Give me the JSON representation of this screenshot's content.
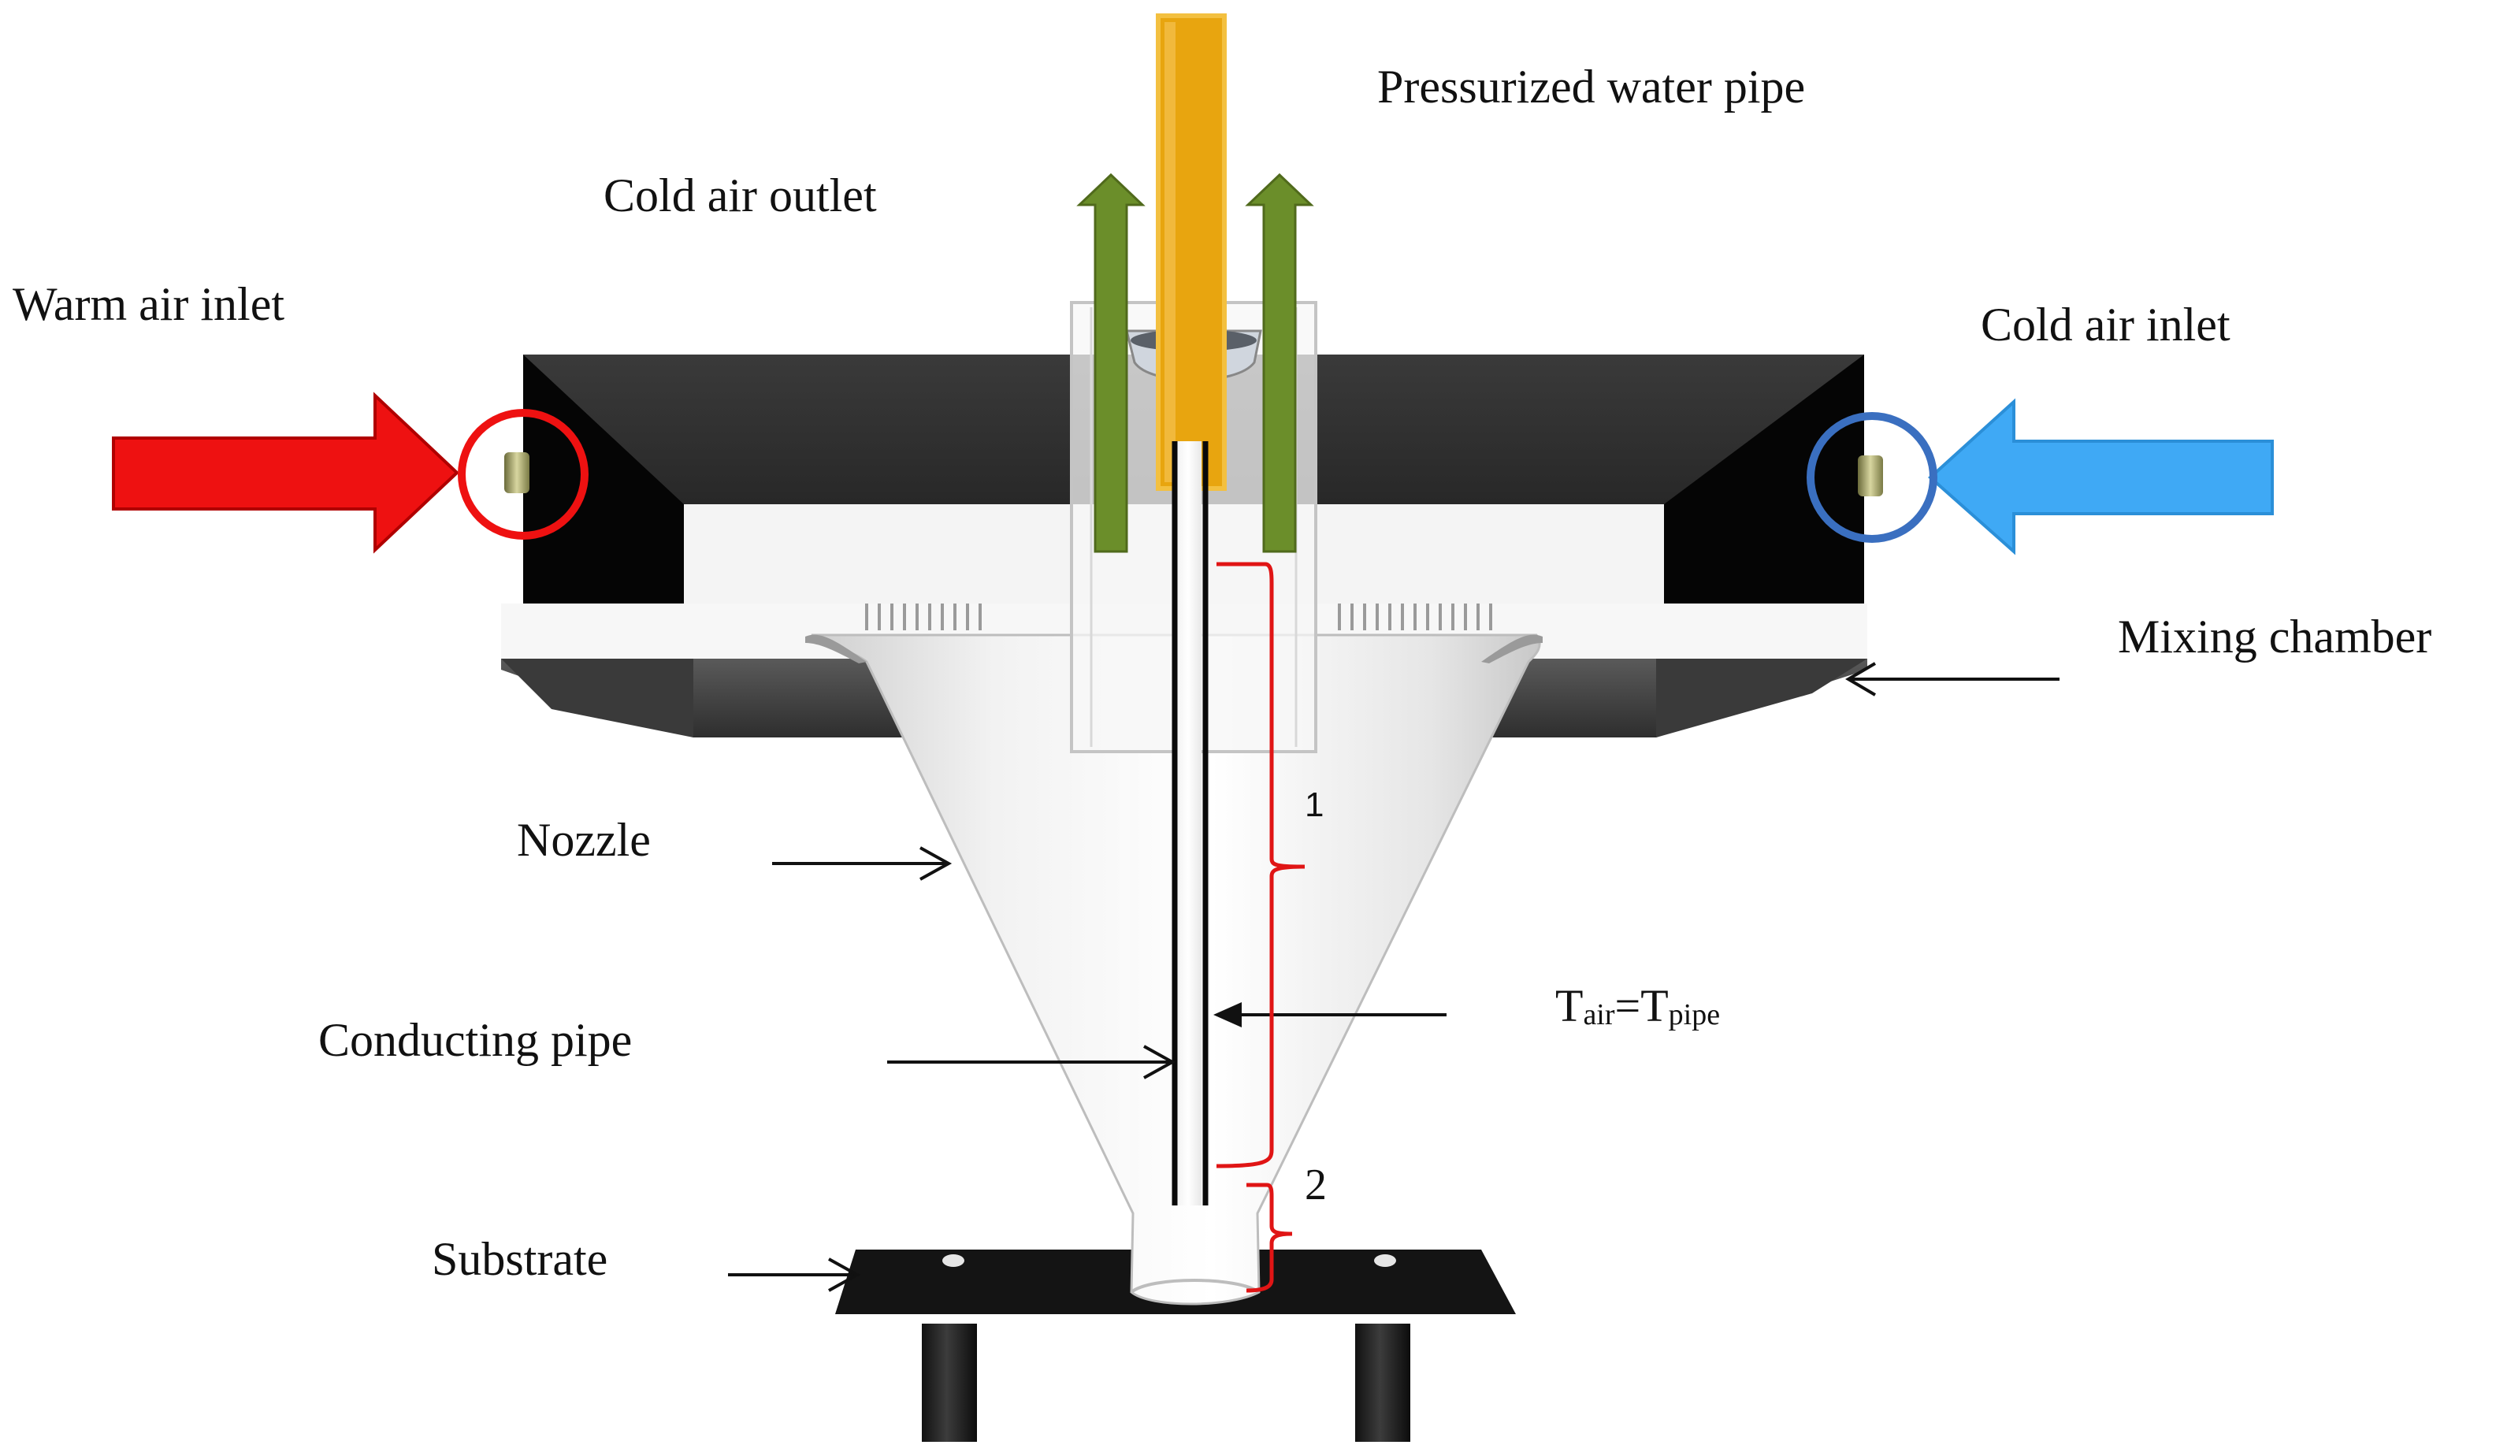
{
  "labels": {
    "pressurized_water_pipe": "Pressurized water pipe",
    "cold_air_outlet": "Cold air outlet",
    "warm_air_inlet": "Warm air inlet",
    "cold_air_inlet": "Cold air inlet",
    "mixing_chamber": "Mixing chamber",
    "nozzle": "Nozzle",
    "conducting_pipe": "Conducting pipe",
    "substrate": "Substrate"
  },
  "equation": {
    "t1": "T",
    "sub1": "air",
    "eq": "=",
    "t2": "T",
    "sub2": "pipe"
  },
  "regions": {
    "region_1": "1",
    "region_2": "2"
  },
  "colors": {
    "warm_air": "#ee1111",
    "cold_air": "#3fa9f5",
    "cold_air_ring": "#3a6fc0",
    "air_outlet": "#6b8e2a",
    "water_pipe": "#e8a50f",
    "chamber": "#2a2a2a",
    "bracket": "#e01515"
  }
}
